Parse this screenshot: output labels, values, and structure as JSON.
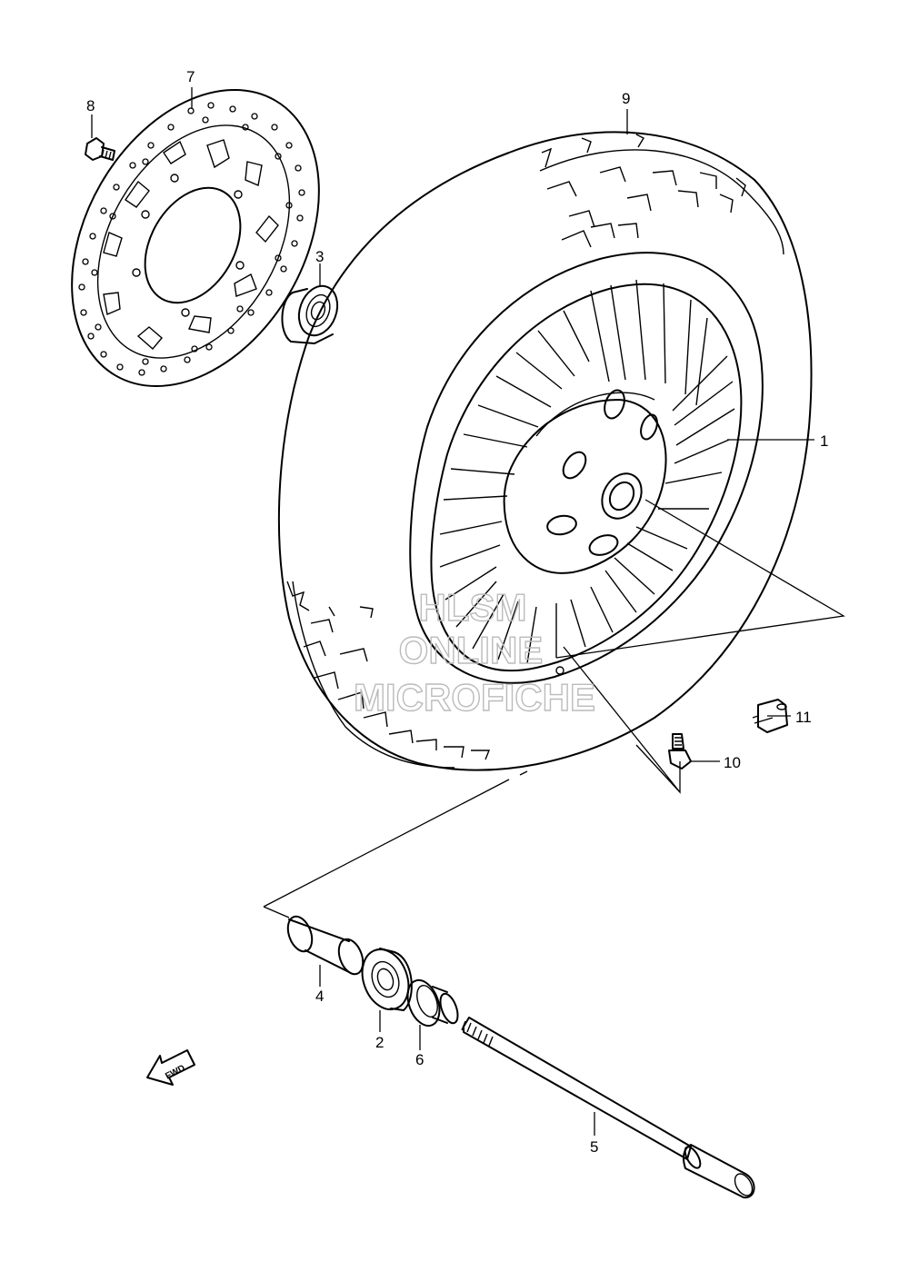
{
  "watermark": {
    "line1": "HLSM",
    "line2": "ONLINE",
    "line3": "MICROFICHE"
  },
  "fwd_arrow": {
    "text": "FWD"
  },
  "parts": [
    {
      "num": "1",
      "name": "wheel-rim"
    },
    {
      "num": "2",
      "name": "bearing-inner"
    },
    {
      "num": "3",
      "name": "bearing-outer"
    },
    {
      "num": "4",
      "name": "spacer"
    },
    {
      "num": "5",
      "name": "axle"
    },
    {
      "num": "6",
      "name": "collar"
    },
    {
      "num": "7",
      "name": "brake-disc"
    },
    {
      "num": "8",
      "name": "disc-bolt"
    },
    {
      "num": "9",
      "name": "tire"
    },
    {
      "num": "10",
      "name": "valve"
    },
    {
      "num": "11",
      "name": "valve-cap"
    }
  ]
}
